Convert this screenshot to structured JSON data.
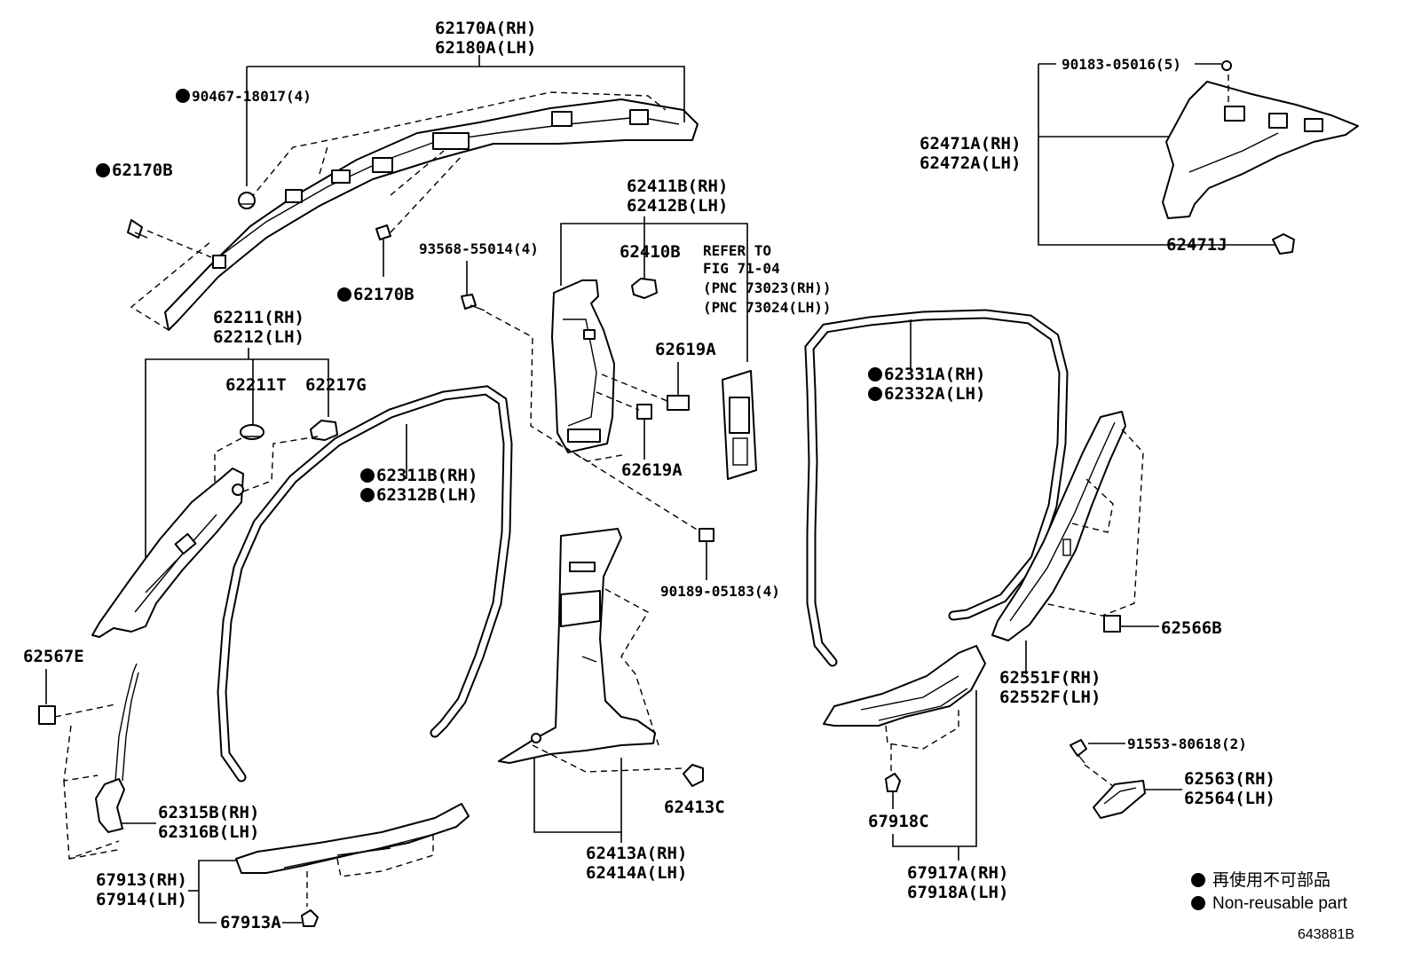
{
  "callouts": {
    "p62170a_rh": "62170A(RH)",
    "p62180a_lh": "62180A(LH)",
    "p90467": "90467-18017(4)",
    "p62170b_top": "62170B",
    "p62170b_mid": "62170B",
    "p62211_rh": "62211(RH)",
    "p62212_lh": "62212(LH)",
    "p62211t": "62211T",
    "p62217g": "62217G",
    "p93568": "93568-55014(4)",
    "p62411b_rh": "62411B(RH)",
    "p62412b_lh": "62412B(LH)",
    "p62410b": "62410B",
    "refer_1": "REFER TO",
    "refer_2": "FIG 71-04",
    "refer_3": "(PNC 73023(RH))",
    "refer_4": "(PNC 73024(LH))",
    "p62619a_top": "62619A",
    "p62619a_bot": "62619A",
    "p62311b_rh": "62311B(RH)",
    "p62312b_lh": "62312B(LH)",
    "p90189": "90189-05183(4)",
    "p62331a_rh": "62331A(RH)",
    "p62332a_lh": "62332A(LH)",
    "p90183": "90183-05016(5)",
    "p62471a_rh": "62471A(RH)",
    "p62472a_lh": "62472A(LH)",
    "p62471j": "62471J",
    "p62566b": "62566B",
    "p62551f_rh": "62551F(RH)",
    "p62552f_lh": "62552F(LH)",
    "p62567e": "62567E",
    "p62315b_rh": "62315B(RH)",
    "p62316b_lh": "62316B(LH)",
    "p62413c": "62413C",
    "p62413a_rh": "62413A(RH)",
    "p62414a_lh": "62414A(LH)",
    "p67918c": "67918C",
    "p67917a_rh": "67917A(RH)",
    "p67918a_lh": "67918A(LH)",
    "p91553": "91553-80618(2)",
    "p62563_rh": "62563(RH)",
    "p62564_lh": "62564(LH)",
    "p67913_rh": "67913(RH)",
    "p67914_lh": "67914(LH)",
    "p67913a": "67913A"
  },
  "legend": {
    "jp": "再使用不可部品",
    "en": "Non-reusable part"
  },
  "drawing_code": "643881B"
}
